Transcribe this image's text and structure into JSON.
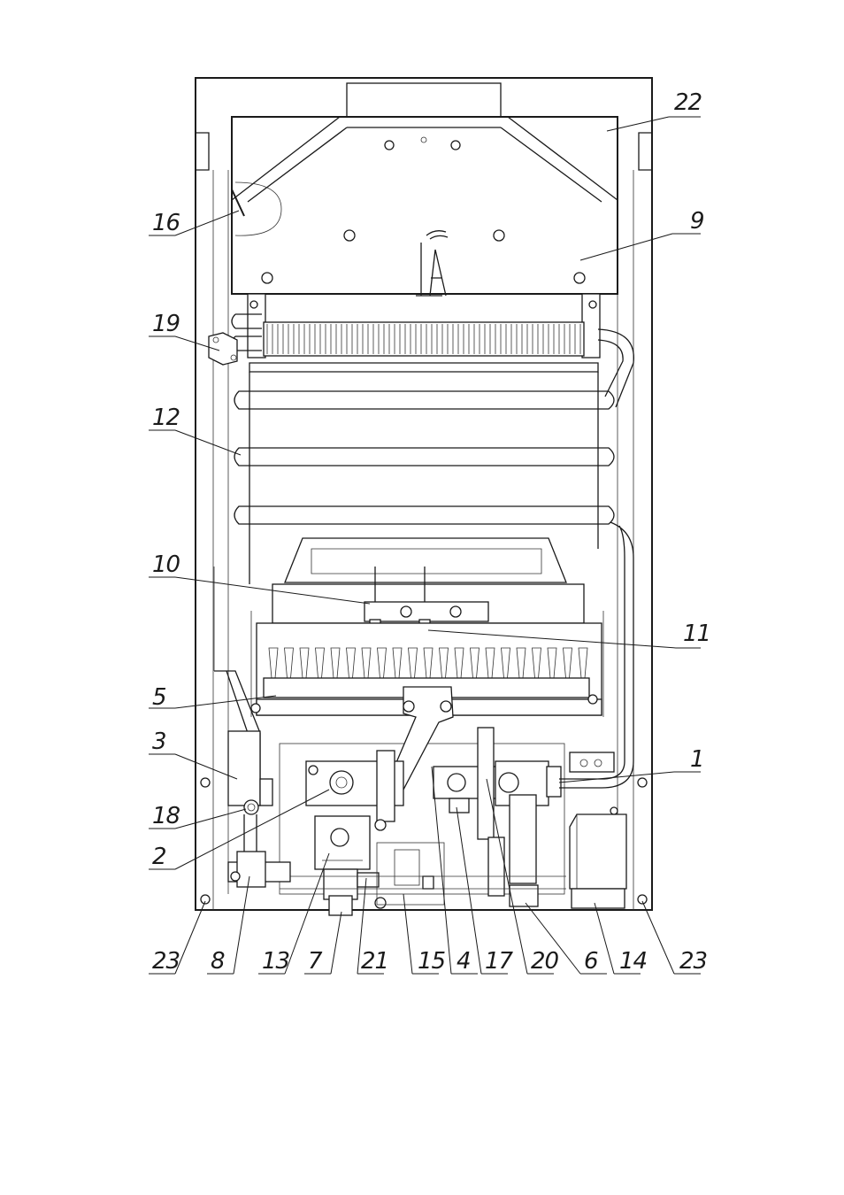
{
  "callouts": [
    {
      "id": "22",
      "label": "22"
    },
    {
      "id": "16",
      "label": "16"
    },
    {
      "id": "9",
      "label": "9"
    },
    {
      "id": "19",
      "label": "19"
    },
    {
      "id": "12",
      "label": "12"
    },
    {
      "id": "10",
      "label": "10"
    },
    {
      "id": "11",
      "label": "11"
    },
    {
      "id": "5",
      "label": "5"
    },
    {
      "id": "3",
      "label": "3"
    },
    {
      "id": "1",
      "label": "1"
    },
    {
      "id": "18",
      "label": "18"
    },
    {
      "id": "2",
      "label": "2"
    },
    {
      "id": "23-left",
      "label": "23"
    },
    {
      "id": "8",
      "label": "8"
    },
    {
      "id": "13",
      "label": "13"
    },
    {
      "id": "7",
      "label": "7"
    },
    {
      "id": "21",
      "label": "21"
    },
    {
      "id": "15",
      "label": "15"
    },
    {
      "id": "4",
      "label": "4"
    },
    {
      "id": "17",
      "label": "17"
    },
    {
      "id": "20",
      "label": "20"
    },
    {
      "id": "6",
      "label": "6"
    },
    {
      "id": "14",
      "label": "14"
    },
    {
      "id": "23-right",
      "label": "23"
    }
  ]
}
